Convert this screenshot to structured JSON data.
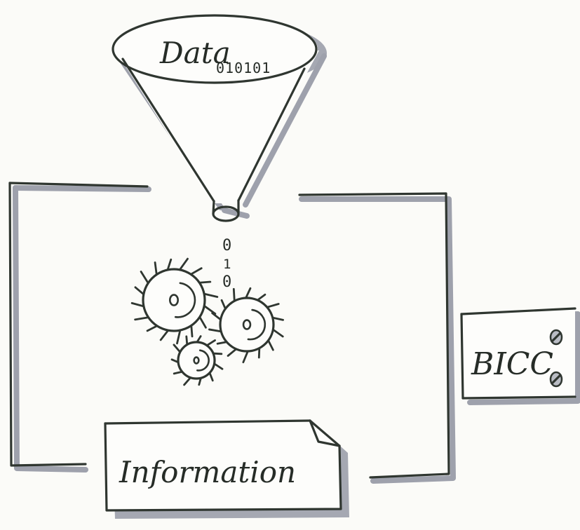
{
  "funnel": {
    "title": "Data",
    "bits": "010101"
  },
  "stream": {
    "bit_0": "0",
    "bit_1": "1",
    "bit_2": "0"
  },
  "output": {
    "label": "Information"
  },
  "device": {
    "label": "BICC"
  }
}
